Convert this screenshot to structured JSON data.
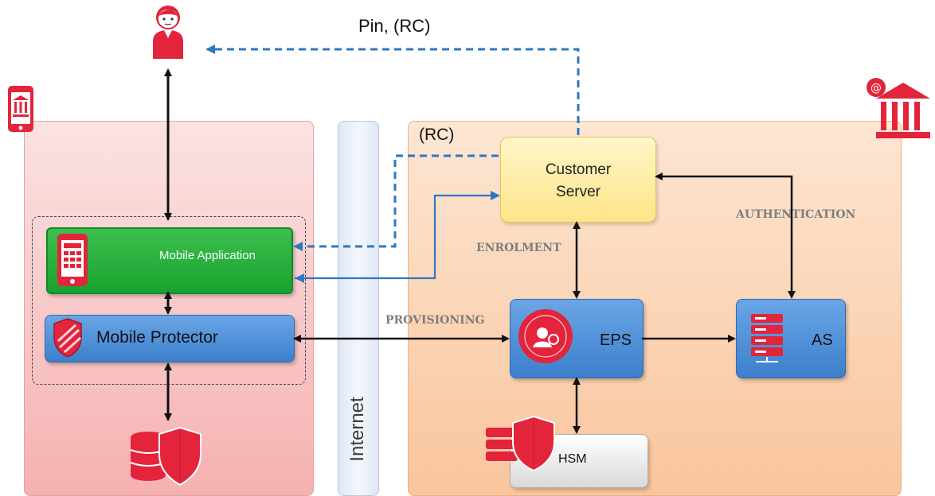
{
  "labels": {
    "pin_rc": "Pin, (RC)",
    "rc": "(RC)",
    "internet": "Internet",
    "customer_server_line1": "Customer",
    "customer_server_line2": "Server",
    "mobile_application": "Mobile Application",
    "mobile_protector": "Mobile Protector",
    "eps": "EPS",
    "as": "AS",
    "hsm": "HSM",
    "enrolment": "ENROLMENT",
    "provisioning": "PROVISIONING",
    "authentication": "AUTHENTICATION"
  },
  "icons": {
    "user": "user-icon",
    "phone_bank": "phone-bank-icon",
    "bank": "bank-building-icon",
    "phone_app": "phone-app-icon",
    "shield": "shield-icon",
    "eps_badge": "eps-badge-icon",
    "server": "server-stack-icon",
    "database_shield": "database-shield-icon",
    "hsm": "hsm-shield-icon"
  },
  "colors": {
    "red_zone": "#f6b1b1",
    "orange_zone": "#f9c59c",
    "mobile_app_green": "#19a22f",
    "component_blue": "#3c7fcc",
    "customer_server_yellow": "#fde58a",
    "dashed_link_blue": "#2e78c0",
    "icon_red": "#e3243b"
  }
}
